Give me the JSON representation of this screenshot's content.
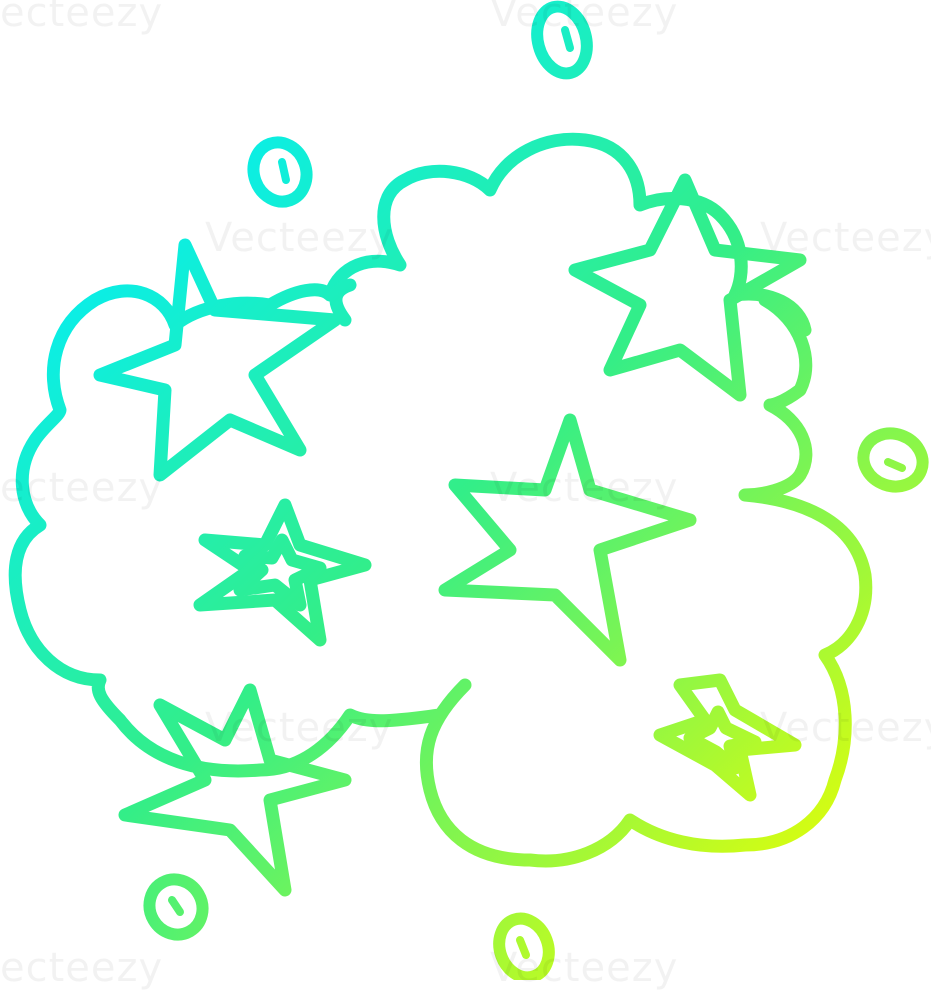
{
  "illustration": {
    "subject": "cartoon cloud of smoke with sparkle stars",
    "gradient": {
      "start": "#00eeff",
      "mid": "#33ee88",
      "end": "#eeff00"
    },
    "stroke_color_note": "cyan to yellow diagonal gradient",
    "background": "#ffffff"
  },
  "watermark": {
    "text": "Vecteezy",
    "truncated": "ecteezy"
  }
}
